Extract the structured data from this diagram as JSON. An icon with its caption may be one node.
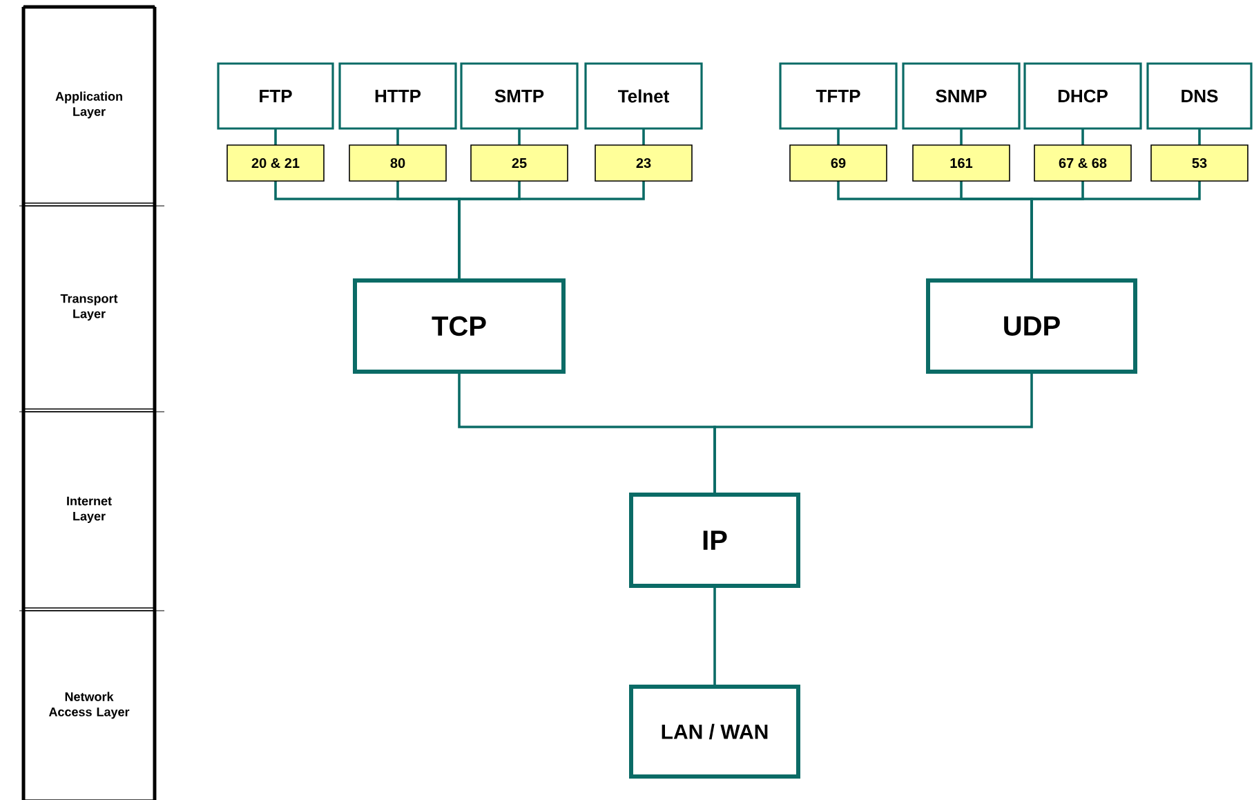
{
  "diagram": {
    "nodes": [
      {
        "text": [
          "Application Layer"
        ]
      },
      {
        "text": [
          "Transport Layer"
        ]
      },
      {
        "text": [
          "Internet Layer"
        ]
      },
      {
        "text": [
          "Network Access Layer"
        ]
      },
      {
        "text": [
          "FTP"
        ]
      },
      {
        "text": [
          "HTTP"
        ]
      },
      {
        "text": [
          "SMTP"
        ]
      },
      {
        "text": [
          "Telnet"
        ]
      },
      {
        "text": [
          "TFTP"
        ]
      },
      {
        "text": [
          "SNMP"
        ]
      },
      {
        "text": [
          "DHCP"
        ]
      },
      {
        "text": [
          "DNS"
        ]
      },
      {
        "text": [
          "20 & 21"
        ]
      },
      {
        "text": [
          "80"
        ]
      },
      {
        "text": [
          "25"
        ]
      },
      {
        "text": [
          "23"
        ]
      },
      {
        "text": [
          "69"
        ]
      },
      {
        "text": [
          "161"
        ]
      },
      {
        "text": [
          "67 & 68"
        ]
      },
      {
        "text": [
          "53"
        ]
      },
      {
        "text": [
          "TCP"
        ]
      },
      {
        "text": [
          "UDP"
        ]
      },
      {
        "text": [
          "IP"
        ]
      },
      {
        "text": [
          "LAN / WAN"
        ]
      }
    ],
    "edges": [
      {
        "from": 4,
        "to": 12,
        "arrow": "none"
      },
      {
        "from": 5,
        "to": 13,
        "arrow": "none"
      },
      {
        "from": 6,
        "to": 14,
        "arrow": "none"
      },
      {
        "from": 7,
        "to": 15,
        "arrow": "none"
      },
      {
        "from": 8,
        "to": 16,
        "arrow": "none"
      },
      {
        "from": 9,
        "to": 17,
        "arrow": "none"
      },
      {
        "from": 10,
        "to": 18,
        "arrow": "none"
      },
      {
        "from": 11,
        "to": 19,
        "arrow": "none"
      },
      {
        "from": 12,
        "to": 20,
        "arrow": "none"
      },
      {
        "from": 13,
        "to": 20,
        "arrow": "none"
      },
      {
        "from": 14,
        "to": 20,
        "arrow": "none"
      },
      {
        "from": 15,
        "to": 20,
        "arrow": "none"
      },
      {
        "from": 16,
        "to": 21,
        "arrow": "none"
      },
      {
        "from": 17,
        "to": 21,
        "arrow": "none"
      },
      {
        "from": 18,
        "to": 21,
        "arrow": "none"
      },
      {
        "from": 19,
        "to": 21,
        "arrow": "none"
      },
      {
        "from": 20,
        "to": 22,
        "arrow": "none"
      },
      {
        "from": 21,
        "to": 22,
        "arrow": "none"
      },
      {
        "from": 22,
        "to": 23,
        "arrow": "none"
      }
    ]
  }
}
